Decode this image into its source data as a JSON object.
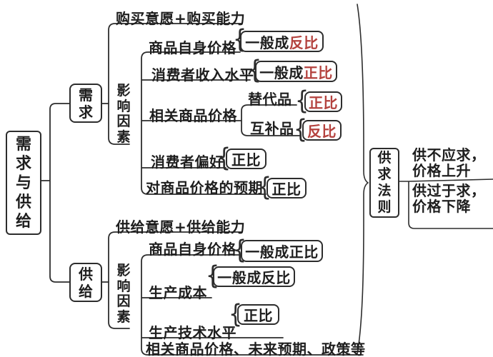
{
  "colors": {
    "accent_red": "#b4423e",
    "ink": "#1e1e1e",
    "line": "#2d2d2d"
  },
  "glyphs": {
    "brace": "{"
  },
  "root": {
    "label": "需求与供给"
  },
  "demand": {
    "label": "需求",
    "definition": "购买意愿+购买能力",
    "factors_label": "影响因素",
    "factors": [
      {
        "label": "商品自身价格",
        "prefix": "一般成",
        "value": "反比"
      },
      {
        "label": "消费者收入水平",
        "prefix": "一般成",
        "value": "正比"
      },
      {
        "label": "相关商品价格",
        "children": [
          {
            "label": "替代品",
            "value": "正比"
          },
          {
            "label": "互补品",
            "value": "反比"
          }
        ]
      },
      {
        "label": "消费者偏好",
        "value": "正比"
      },
      {
        "label": "对商品价格的预期",
        "value": "正比"
      }
    ]
  },
  "supply": {
    "label": "供给",
    "definition": "供给意愿+供给能力",
    "factors_label": "影响因素",
    "factors": [
      {
        "label": "商品自身价格",
        "value": "一般成正比"
      },
      {
        "label": "生产成本",
        "value": "一般成反比"
      },
      {
        "label": "生产技术水平",
        "value": "正比"
      },
      {
        "label": "相关商品价格、未来预期、政策等"
      }
    ]
  },
  "law": {
    "label": "供求法则",
    "outcomes": [
      "供不应求，\n价格上升",
      "供过于求，\n价格下降"
    ]
  }
}
